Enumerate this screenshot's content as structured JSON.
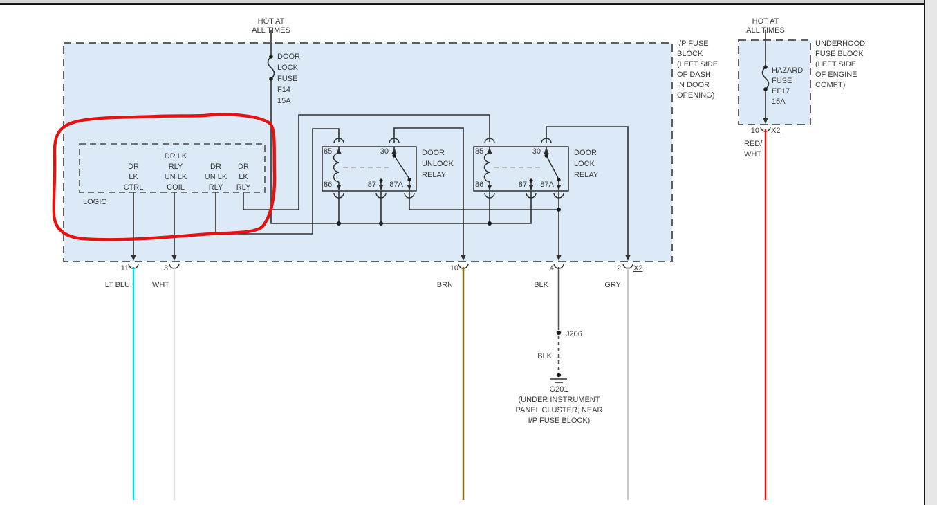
{
  "diagram": {
    "ip_block": {
      "hot_label": "HOT AT\nALL TIMES",
      "fuse_label": "DOOR\nLOCK\nFUSE\nF14\n15A",
      "block_label": "I/P FUSE\nBLOCK\n(LEFT SIDE\nOF DASH,\nIN DOOR\nOPENING)",
      "fill_color": "#dce9f6",
      "logic": {
        "name": "LOGIC",
        "pin1": "DR\nLK\nCTRL",
        "pin2": "DR LK\nRLY\nUN LK\nCOIL",
        "pin3": "DR\nUN LK\nRLY",
        "pin4": "DR\nLK\nRLY"
      },
      "unlock_relay": {
        "label": "DOOR\nUNLOCK\nRELAY",
        "pin_85": "85",
        "pin_86": "86",
        "pin_87": "87",
        "pin_87a": "87A",
        "pin_30": "30"
      },
      "lock_relay": {
        "label": "DOOR\nLOCK\nRELAY",
        "pin_85": "85",
        "pin_86": "86",
        "pin_87": "87",
        "pin_87a": "87A",
        "pin_30": "30"
      },
      "pins": {
        "p11": "11",
        "p3": "3",
        "p10": "10",
        "p4": "4",
        "p2": "2",
        "x2": "X2"
      }
    },
    "wires": {
      "lt_blu": {
        "label": "LT BLU",
        "color": "#00dcec"
      },
      "wht": {
        "label": "WHT",
        "color": "#e2e2e2"
      },
      "brn": {
        "label": "BRN",
        "color": "#8a6a10"
      },
      "blk": {
        "label": "BLK",
        "color": "#4f4f4f"
      },
      "gry": {
        "label": "GRY",
        "color": "#c7c7cb"
      },
      "red_wht": {
        "label": "RED/\nWHT",
        "color": "#ee1512"
      }
    },
    "ground": {
      "splice": "J206",
      "wire_label": "BLK",
      "name": "G201",
      "location": "(UNDER INSTRUMENT\nPANEL CLUSTER, NEAR\nI/P FUSE BLOCK)"
    },
    "underhood_block": {
      "hot_label": "HOT AT\nALL TIMES",
      "fuse_label": "HAZARD\nFUSE\nEF17\n15A",
      "block_label": "UNDERHOOD\nFUSE BLOCK\n(LEFT SIDE\nOF ENGINE\nCOMPT)",
      "pin": "10",
      "connector": "X2"
    },
    "annotation": {
      "color": "#e51212",
      "shape": "hand-drawn-circle"
    }
  }
}
